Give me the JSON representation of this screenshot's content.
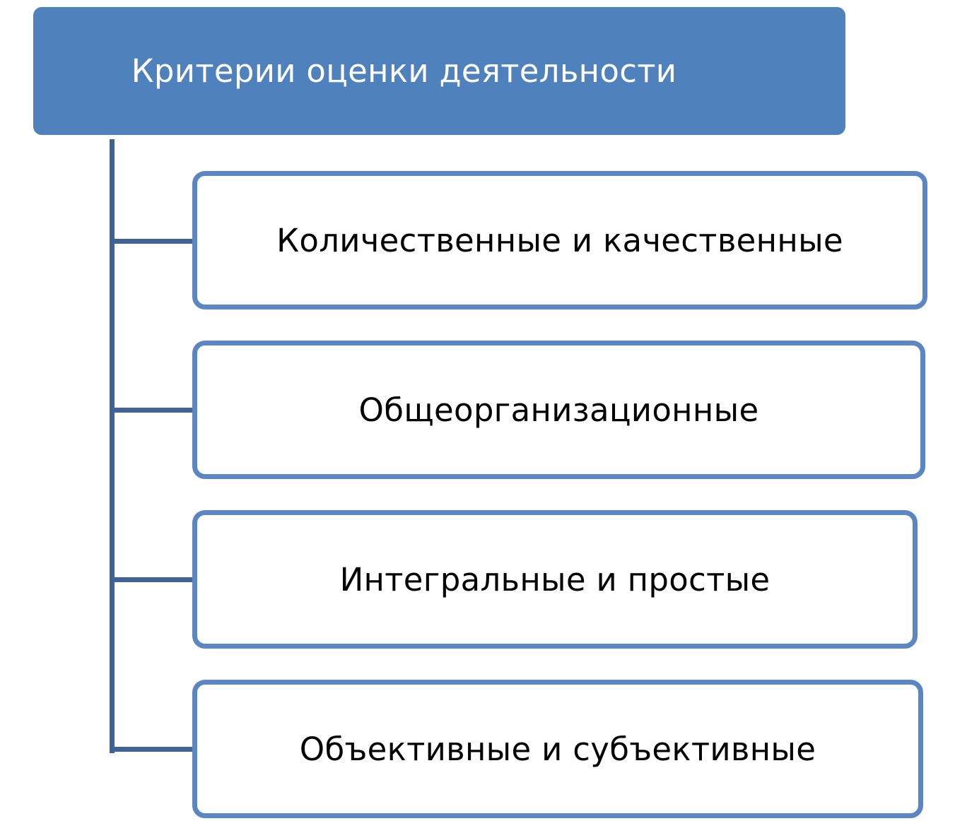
{
  "root": {
    "label": "Критерии оценки деятельности",
    "fill_color": "#4f81bd",
    "text_color": "#ffffff"
  },
  "connector_color": "#3f6394",
  "box_border_color": "#5b86c1",
  "children": [
    {
      "label": "Количественные и качественные"
    },
    {
      "label": "Общеорганизационные"
    },
    {
      "label": "Интегральные и простые"
    },
    {
      "label": "Объективные и субъективные"
    }
  ]
}
